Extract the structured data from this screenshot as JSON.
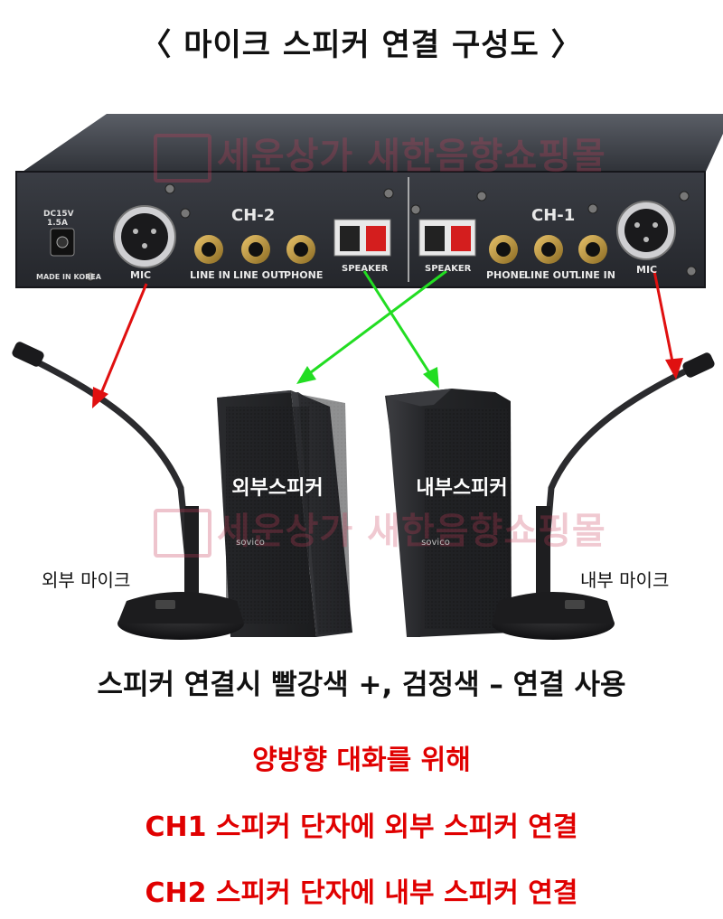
{
  "title": "〈 마이크 스피커 연결 구성도 〉",
  "watermark": "세운상가 새한음향쇼핑몰",
  "panel": {
    "power_label": "DC15V",
    "power_current": "1.5A",
    "made_in": "MADE IN KOREA",
    "ch2": {
      "name": "CH-2",
      "mic": "MIC",
      "line_in": "LINE IN",
      "line_out": "LINE OUT",
      "phone": "PHONE",
      "speaker": "SPEAKER"
    },
    "ch1": {
      "name": "CH-1",
      "mic": "MIC",
      "line_in": "LINE IN",
      "line_out": "LINE OUT",
      "phone": "PHONE",
      "speaker": "SPEAKER"
    }
  },
  "speakers": {
    "outer": {
      "label": "외부스피커",
      "brand": "sovico"
    },
    "inner": {
      "label": "내부스피커",
      "brand": "sovico"
    }
  },
  "mics": {
    "outer": "외부 마이크",
    "inner": "내부 마이크"
  },
  "notes": {
    "polarity": "스피커 연결시 빨강색 +, 검정색 – 연결 사용",
    "line1": "양방향 대화를 위해",
    "line2": "CH1 스피커 단자에 외부 스피커 연결",
    "line3": "CH2 스피커 단자에 내부 스피커 연결"
  },
  "colors": {
    "red_arrow": "#e01010",
    "green_arrow": "#22dd22",
    "note_red": "#e00000"
  }
}
